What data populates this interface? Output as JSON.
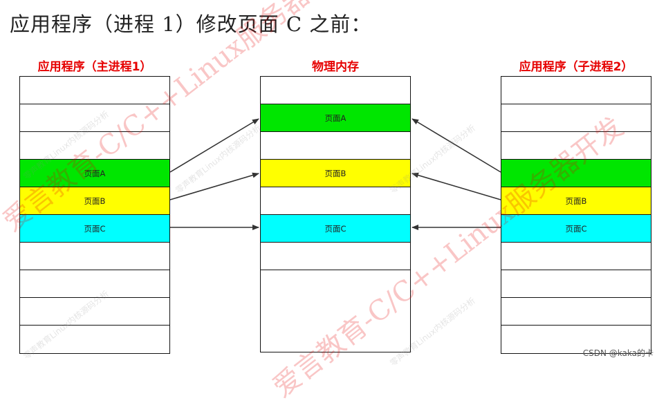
{
  "heading": "应用程序（进程 1）修改页面 C 之前：",
  "columns": {
    "left": {
      "title": "应用程序（主进程1）",
      "rows": [
        "",
        "",
        "",
        "页面A",
        "页面B",
        "页面C",
        "",
        "",
        "",
        ""
      ]
    },
    "mid": {
      "title": "物理内存",
      "rows": [
        "",
        "页面A",
        "",
        "页面B",
        "",
        "页面C",
        "",
        ""
      ]
    },
    "right": {
      "title": "应用程序（子进程2）",
      "rows": [
        "",
        "",
        "",
        "",
        "页面B",
        "页面C",
        "",
        "",
        "",
        ""
      ]
    }
  },
  "watermarks": {
    "main": "爱言教育-C/C++Linux服务器开发",
    "sub": "零声教育Linux内核源码分析"
  },
  "credit": "CSDN @kaka的卡",
  "colors": {
    "green": "#00e600",
    "yellow": "#ffff00",
    "cyan": "#00ffff",
    "title_red": "#e60000"
  }
}
